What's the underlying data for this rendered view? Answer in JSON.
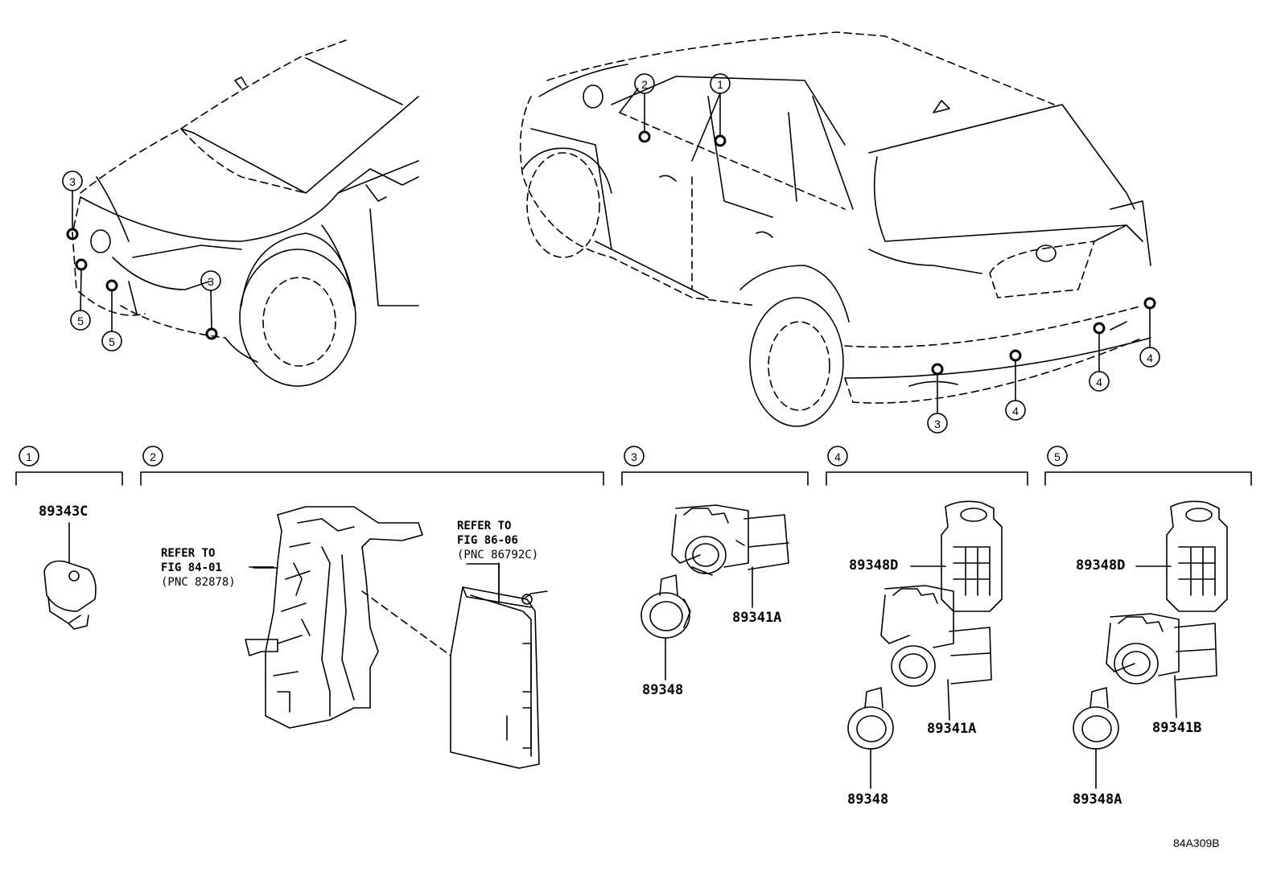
{
  "callouts": [
    "1",
    "2",
    "3",
    "4",
    "5"
  ],
  "sections": [
    {
      "num": "1",
      "parts": [
        "89343C"
      ]
    },
    {
      "num": "2",
      "refs": [
        {
          "line1": "REFER TO",
          "line2": "FIG 84-01",
          "line3": "(PNC 82878)"
        },
        {
          "line1": "REFER TO",
          "line2": "FIG 86-06",
          "line3": "(PNC 86792C)"
        }
      ]
    },
    {
      "num": "3",
      "parts": [
        "89341A",
        "89348"
      ]
    },
    {
      "num": "4",
      "parts": [
        "89348D",
        "89341A",
        "89348"
      ]
    },
    {
      "num": "5",
      "parts": [
        "89348D",
        "89341B",
        "89348A"
      ]
    }
  ],
  "figure_id": "84A309B"
}
